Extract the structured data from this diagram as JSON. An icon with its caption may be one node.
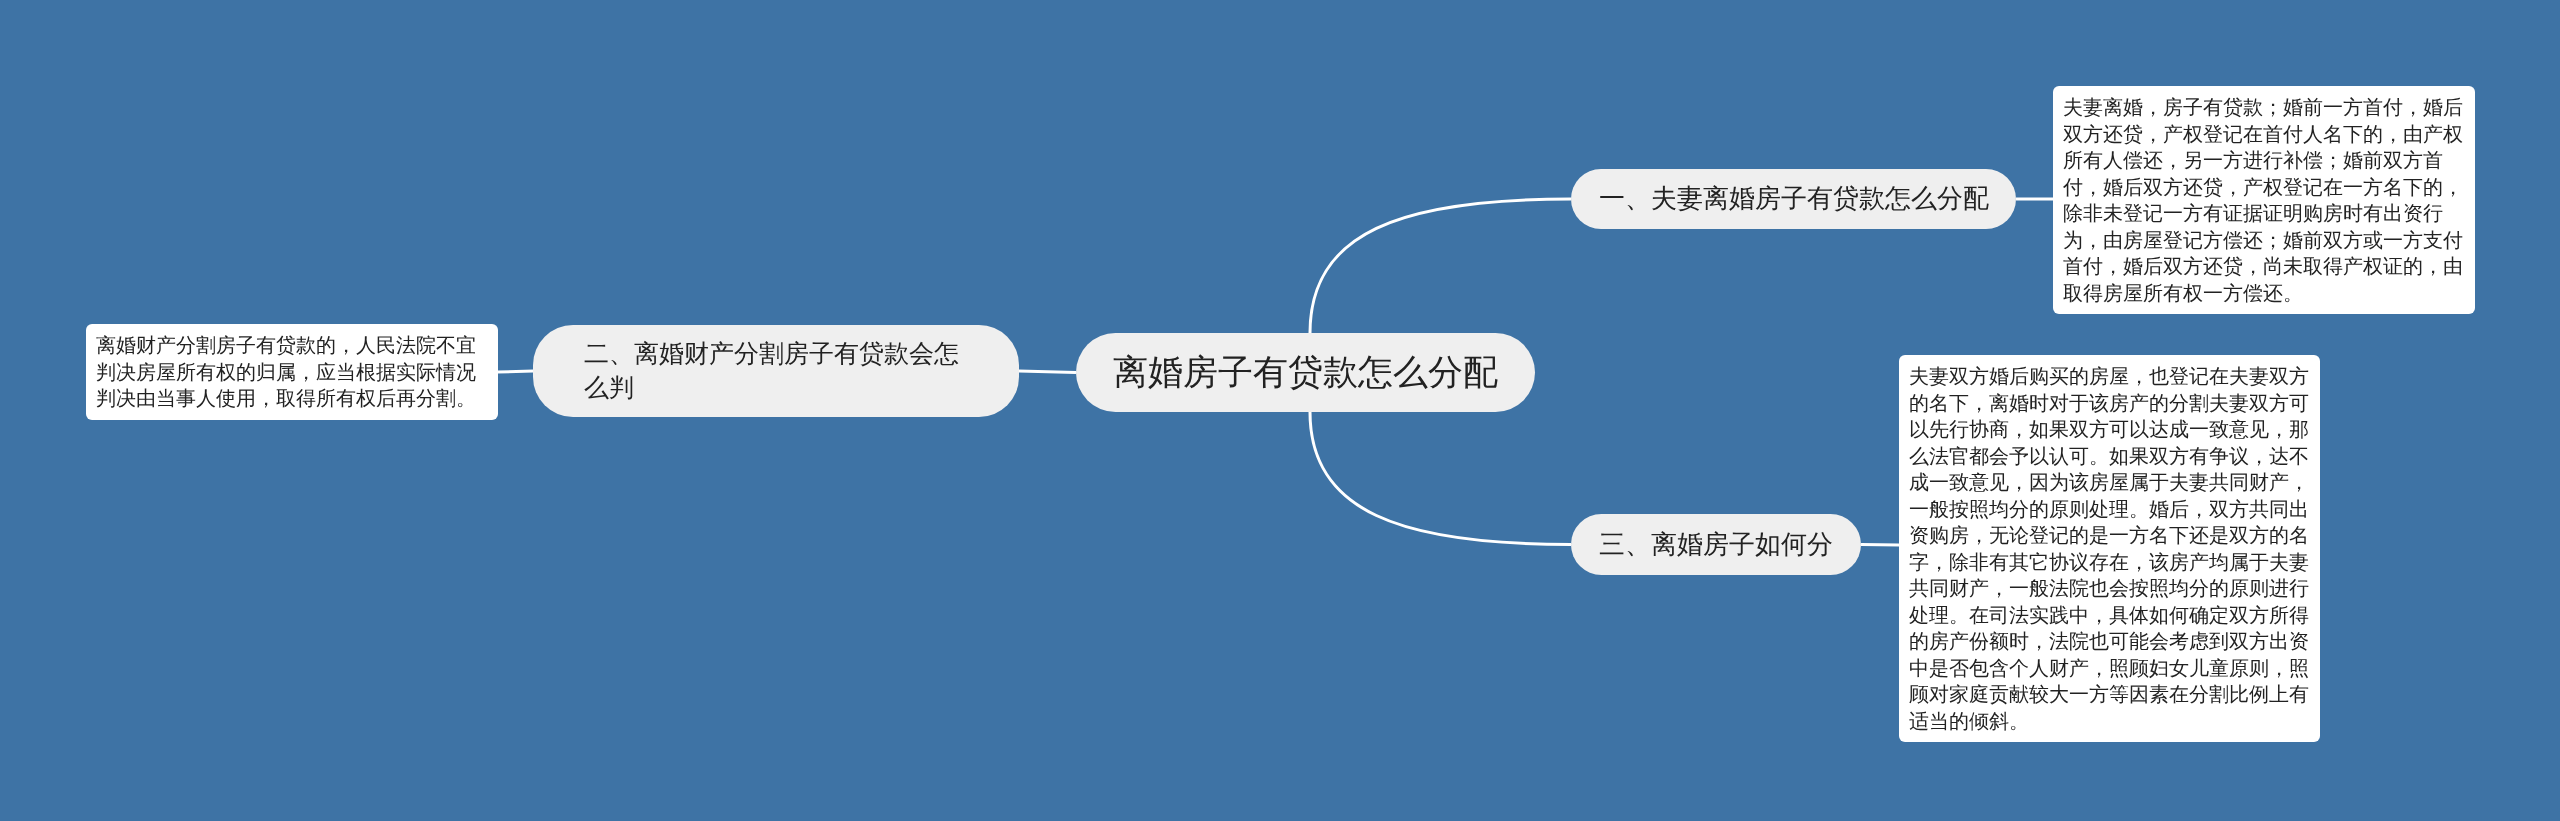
{
  "diagram": {
    "nodes": [
      {
        "text": [
          "离婚房子有贷款怎么分配"
        ]
      },
      {
        "text": [
          "一、夫妻离婚房子有贷款怎么分配"
        ]
      },
      {
        "text": [
          "夫妻离婚，房子有贷款；婚前一方首付，婚后双方还贷，产权登记在首付人名下的，由产权所有人偿还，另一方进行补偿；婚前双方首付，婚后双方还贷，产权登记在一方名下的，除非未登记一方有证据证明购房时有出资行为，由房屋登记方偿还；婚前双方或一方支付首付，婚后双方还贷，尚未取得产权证的，由取得房屋所有权一方偿还。"
        ]
      },
      {
        "text": [
          "二、离婚财产分割房子有贷款会怎么判"
        ]
      },
      {
        "text": [
          "离婚财产分割房子有贷款的，人民法院不宜判决房屋所有权的归属，应当根据实际情况判决由当事人使用，取得所有权后再分割。"
        ]
      },
      {
        "text": [
          "三、离婚房子如何分"
        ]
      },
      {
        "text": [
          "夫妻双方婚后购买的房屋，也登记在夫妻双方的名下，离婚时对于该房产的分割夫妻双方可以先行协商，如果双方可以达成一致意见，那么法官都会予以认可。如果双方有争议，达不成一致意见，因为该房屋属于夫妻共同财产，一般按照均分的原则处理。婚后，双方共同出资购房，无论登记的是一方名下还是双方的名字，除非有其它协议存在，该房产均属于夫妻共同财产，一般法院也会按照均分的原则进行处理。在司法实践中，具体如何确定双方所得的房产份额时，法院也可能会考虑到双方出资中是否包含个人财产，照顾妇女儿童原则，照顾对家庭贡献较大一方等因素在分割比例上有适当的倾斜。"
        ]
      }
    ],
    "edges": [
      {
        "from": 0,
        "to": 1,
        "arrow": "none"
      },
      {
        "from": 1,
        "to": 2,
        "arrow": "none"
      },
      {
        "from": 0,
        "to": 3,
        "arrow": "none"
      },
      {
        "from": 3,
        "to": 4,
        "arrow": "none"
      },
      {
        "from": 0,
        "to": 5,
        "arrow": "none"
      },
      {
        "from": 5,
        "to": 6,
        "arrow": "none"
      }
    ]
  }
}
